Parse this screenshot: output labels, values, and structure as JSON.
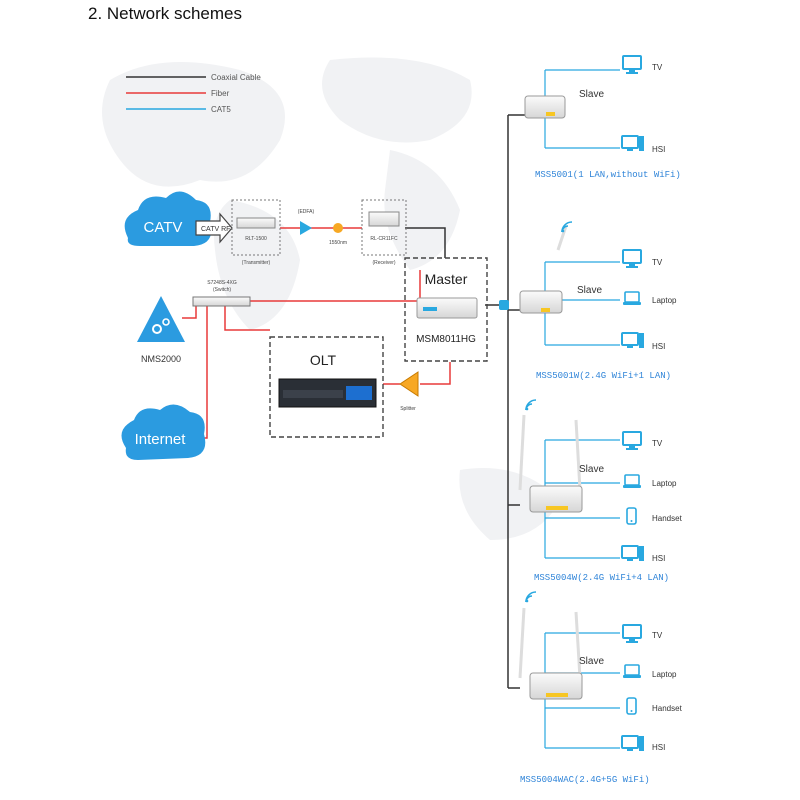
{
  "heading": "2.  Network schemes",
  "legend": [
    {
      "label": "Coaxial Cable",
      "color": "#333333"
    },
    {
      "label": "Fiber",
      "color": "#e83a3a"
    },
    {
      "label": "CAT5",
      "color": "#29a8e0"
    }
  ],
  "nodes": {
    "catv": "CATV",
    "catv_rf": "CATV RF",
    "transmitter_model": "RLT-1500",
    "transmitter": "(Transmitter)",
    "edfa": "(EDFA)",
    "wavelength": "1550nm",
    "receiver_model": "RL-CR11FC",
    "receiver": "(Receiver)",
    "switch_model": "S7248S-4XG",
    "switch": "(Switch)",
    "nms": "NMS2000",
    "olt": "OLT",
    "splitter": "Splitter",
    "internet": "Internet",
    "master": "Master",
    "master_model": "MSM8011HG"
  },
  "slaves": [
    {
      "title": "Slave",
      "caption": "MSS5001(1 LAN,without WiFi)",
      "devices": [
        "TV",
        "HSI"
      ]
    },
    {
      "title": "Slave",
      "caption": "MSS5001W(2.4G WiFi+1 LAN)",
      "devices": [
        "TV",
        "Laptop",
        "HSI"
      ]
    },
    {
      "title": "Slave",
      "caption": "MSS5004W(2.4G WiFi+4 LAN)",
      "devices": [
        "TV",
        "Laptop",
        "Handset",
        "HSI"
      ]
    },
    {
      "title": "Slave",
      "caption": "MSS5004WAC(2.4G+5G WiFi)",
      "devices": [
        "TV",
        "Laptop",
        "Handset",
        "HSI"
      ]
    }
  ],
  "colors": {
    "coax": "#333333",
    "fiber": "#e83a3a",
    "cat5": "#29a8e0",
    "cloud": "#2b9be0",
    "caption": "#2f84d8"
  }
}
